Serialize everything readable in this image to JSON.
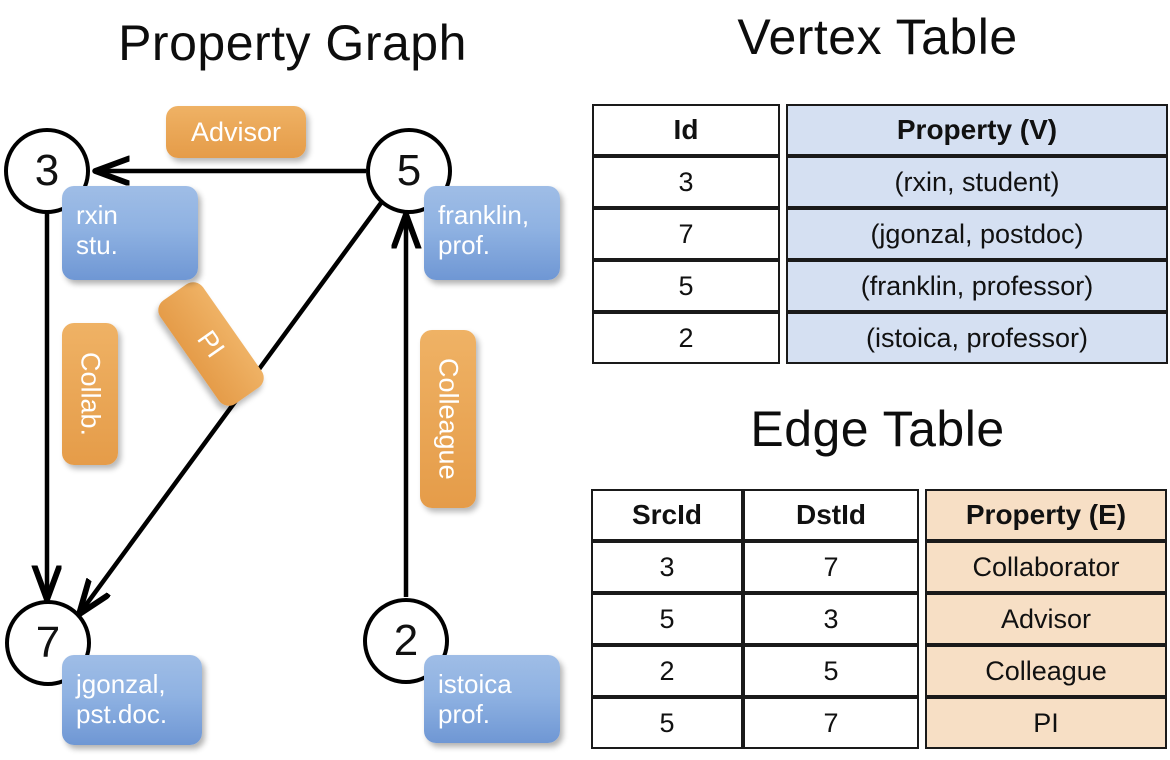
{
  "titles": {
    "property_graph": "Property Graph",
    "vertex_table": "Vertex Table",
    "edge_table": "Edge Table"
  },
  "graph": {
    "nodes": [
      {
        "id": "3",
        "label": "3",
        "property_lines": [
          "rxin",
          "stu."
        ]
      },
      {
        "id": "5",
        "label": "5",
        "property_lines": [
          "franklin,",
          "prof."
        ]
      },
      {
        "id": "7",
        "label": "7",
        "property_lines": [
          "jgonzal,",
          "pst.doc."
        ]
      },
      {
        "id": "2",
        "label": "2",
        "property_lines": [
          "istoica",
          "prof."
        ]
      }
    ],
    "edge_labels": [
      {
        "name": "advisor",
        "text": "Advisor"
      },
      {
        "name": "collab",
        "text": "Collab."
      },
      {
        "name": "pi",
        "text": "PI"
      },
      {
        "name": "colleague",
        "text": "Colleague"
      }
    ],
    "edges": [
      {
        "from": "5",
        "to": "3",
        "label": "Advisor"
      },
      {
        "from": "3",
        "to": "7",
        "label": "Collab."
      },
      {
        "from": "5",
        "to": "7",
        "label": "PI"
      },
      {
        "from": "2",
        "to": "5",
        "label": "Colleague"
      }
    ]
  },
  "vertex_table": {
    "headers": [
      "Id",
      "Property (V)"
    ],
    "rows": [
      {
        "id": "3",
        "property": "(rxin, student)"
      },
      {
        "id": "7",
        "property": "(jgonzal, postdoc)"
      },
      {
        "id": "5",
        "property": "(franklin, professor)"
      },
      {
        "id": "2",
        "property": "(istoica, professor)"
      }
    ]
  },
  "edge_table": {
    "headers": [
      "SrcId",
      "DstId",
      "Property (E)"
    ],
    "rows": [
      {
        "src": "3",
        "dst": "7",
        "property": "Collaborator"
      },
      {
        "src": "5",
        "dst": "3",
        "property": "Advisor"
      },
      {
        "src": "2",
        "dst": "5",
        "property": "Colleague"
      },
      {
        "src": "5",
        "dst": "7",
        "property": "PI"
      }
    ]
  },
  "colors": {
    "vertex_property_fill": "#d5e0f2",
    "edge_property_fill": "#f7dfc5",
    "node_callout_blue": "#8fb2e2",
    "edge_callout_orange": "#eaa757",
    "stroke": "#000000",
    "background": "#ffffff"
  }
}
